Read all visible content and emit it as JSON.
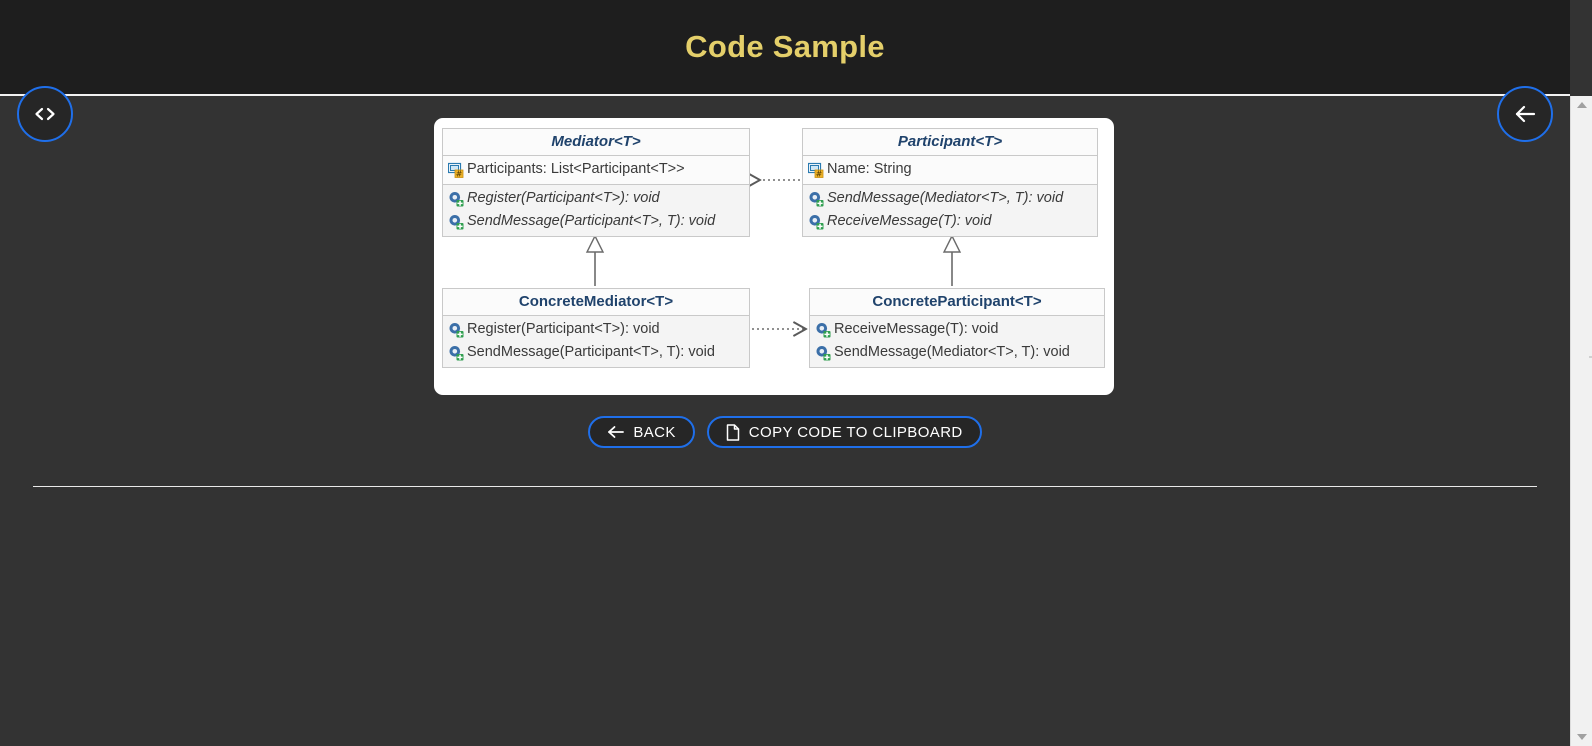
{
  "header": {
    "title": "Code Sample",
    "title_color": "#e4cf6a",
    "background": "#1e1e1e"
  },
  "floating_buttons": [
    {
      "name": "view-code",
      "icon": "code-icon",
      "glyph": "<>"
    },
    {
      "name": "back",
      "icon": "arrow-left-icon",
      "glyph": "←"
    }
  ],
  "diagram": {
    "type": "uml-class-diagram",
    "pattern": "Mediator",
    "classes": [
      {
        "id": "mediator",
        "name": "Mediator<T>",
        "abstract": true,
        "attributes": [
          {
            "icon": "property-icon",
            "text": "Participants: List<Participant<T>>",
            "italic": false
          }
        ],
        "methods": [
          {
            "icon": "method-icon",
            "text": "Register(Participant<T>): void",
            "italic": true
          },
          {
            "icon": "method-icon",
            "text": "SendMessage(Participant<T>, T): void",
            "italic": true
          }
        ]
      },
      {
        "id": "participant",
        "name": "Participant<T>",
        "abstract": true,
        "attributes": [
          {
            "icon": "property-icon",
            "text": "Name: String",
            "italic": false
          }
        ],
        "methods": [
          {
            "icon": "method-icon",
            "text": "SendMessage(Mediator<T>, T): void",
            "italic": true
          },
          {
            "icon": "method-icon",
            "text": "ReceiveMessage(T): void",
            "italic": true
          }
        ]
      },
      {
        "id": "concrete-mediator",
        "name": "ConcreteMediator<T>",
        "abstract": false,
        "attributes": [],
        "methods": [
          {
            "icon": "method-icon",
            "text": "Register(Participant<T>): void",
            "italic": false
          },
          {
            "icon": "method-icon",
            "text": "SendMessage(Participant<T>, T): void",
            "italic": false
          }
        ]
      },
      {
        "id": "concrete-participant",
        "name": "ConcreteParticipant<T>",
        "abstract": false,
        "attributes": [],
        "methods": [
          {
            "icon": "method-icon",
            "text": "ReceiveMessage(T): void",
            "italic": false
          },
          {
            "icon": "method-icon",
            "text": "SendMessage(Mediator<T>, T): void",
            "italic": false
          }
        ]
      }
    ],
    "relationships": [
      {
        "from": "participant",
        "to": "mediator",
        "kind": "dependency",
        "style": "dotted-open-arrow"
      },
      {
        "from": "concrete-mediator",
        "to": "mediator",
        "kind": "generalization",
        "style": "solid-hollow-triangle"
      },
      {
        "from": "concrete-participant",
        "to": "participant",
        "kind": "generalization",
        "style": "solid-hollow-triangle"
      },
      {
        "from": "concrete-mediator",
        "to": "concrete-participant",
        "kind": "dependency",
        "style": "dotted-open-arrow"
      }
    ],
    "class_title_color": "#20436c",
    "box_fill": "#f4f4f4",
    "box_border": "#c9c9c9",
    "card_background": "#ffffff"
  },
  "actions": {
    "back_label": "BACK",
    "back_icon": "arrow-left-icon",
    "copy_label": "COPY CODE TO CLIPBOARD",
    "copy_icon": "document-copy-icon",
    "accent": "#1f6fea"
  },
  "scrollbar": {
    "up_icon": "scroll-up-arrow",
    "down_icon": "scroll-down-arrow"
  }
}
